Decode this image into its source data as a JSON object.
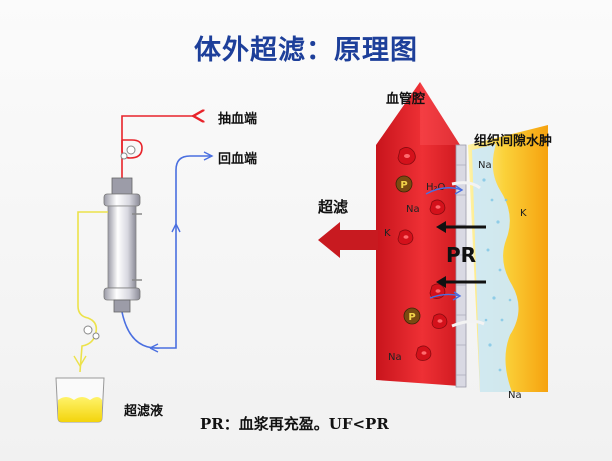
{
  "title": "体外超滤：原理图",
  "left": {
    "label_draw_blood": "抽血端",
    "label_return_blood": "回血端",
    "label_filtrate": "超滤液"
  },
  "right": {
    "label_vessel_lumen": "血管腔",
    "label_interstitial_edema": "组织间隙水肿",
    "label_ultrafiltration": "超滤",
    "label_pr": "PR",
    "plasma_particles": [
      "P",
      "P"
    ],
    "ions_vessel": [
      "Na",
      "K",
      "Na"
    ],
    "ion_h2o": "H₂O",
    "ions_interstitial": [
      "Na",
      "K",
      "Na"
    ]
  },
  "caption": "PR：血浆再充盈。UF<PR",
  "colors": {
    "title": "#1d3f9a",
    "vessel": "#e8232a",
    "interstitial": "#f9c21a",
    "membrane": "#b9b9c4",
    "draw_line": "#e8232a",
    "return_line": "#4a6fe0",
    "filtrate_line": "#f0e040"
  }
}
